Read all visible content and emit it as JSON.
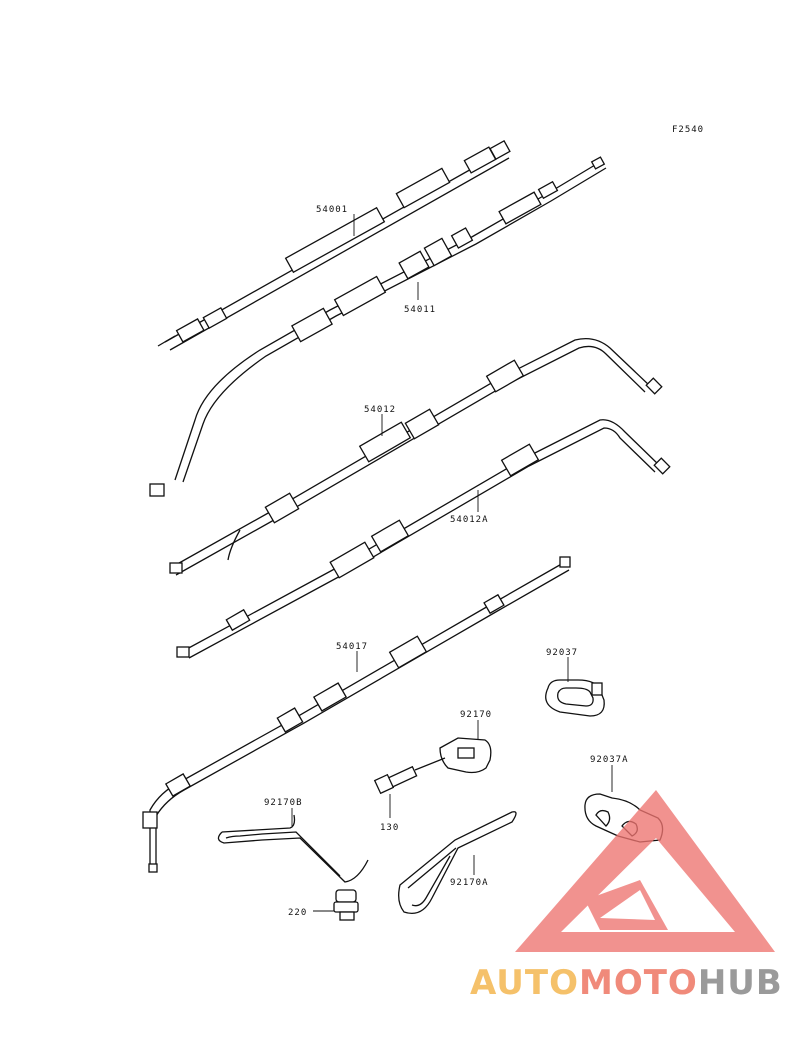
{
  "figure_code": "F2540",
  "parts": [
    {
      "id": "speedo-cable",
      "number": "54001"
    },
    {
      "id": "choke-cable",
      "number": "54011"
    },
    {
      "id": "throttle-cable-open",
      "number": "54012"
    },
    {
      "id": "throttle-cable-close",
      "number": "54012A"
    },
    {
      "id": "clutch-cable",
      "number": "54017"
    },
    {
      "id": "clamp",
      "number": "92037"
    },
    {
      "id": "clamp-double",
      "number": "92037A"
    },
    {
      "id": "holder",
      "number": "92170"
    },
    {
      "id": "holder-b",
      "number": "92170B"
    },
    {
      "id": "holder-a",
      "number": "92170A"
    },
    {
      "id": "bolt",
      "number": "130"
    },
    {
      "id": "grommet-screw",
      "number": "220"
    }
  ],
  "watermark": {
    "auto": "AUTO",
    "moto": "MOTO",
    "hub": "HUB",
    "color_auto": "#f5c16a",
    "color_moto": "#f08a7a",
    "color_hub": "#9a9a9a",
    "triangle_color": "#ee7470"
  }
}
